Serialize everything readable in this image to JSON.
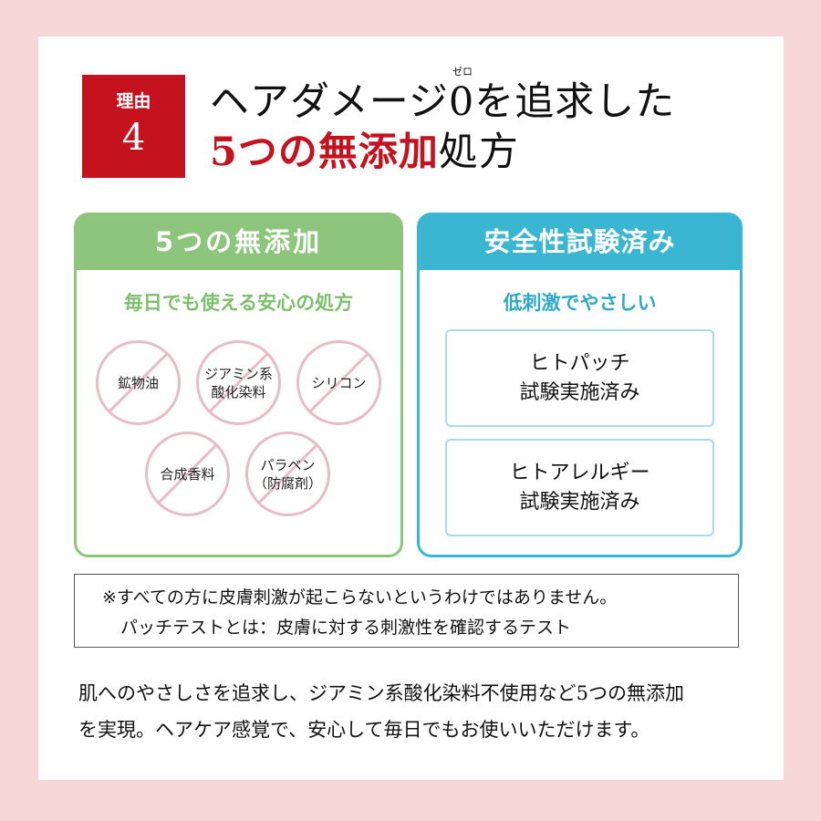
{
  "badge": {
    "label": "理由",
    "number": "4"
  },
  "headline": {
    "line1_before": "ヘアダメージ",
    "zero": "0",
    "zero_ruby": "ゼロ",
    "line1_after": "を追求した",
    "line2_red": "5つの無添加",
    "line2_black": "処方"
  },
  "left_box": {
    "title": "5つの無添加",
    "subtitle": "毎日でも使える安心の処方",
    "items": [
      {
        "line1": "鉱物油",
        "line2": ""
      },
      {
        "line1": "ジアミン系",
        "line2": "酸化染料"
      },
      {
        "line1": "シリコン",
        "line2": ""
      },
      {
        "line1": "合成香料",
        "line2": ""
      },
      {
        "line1": "パラベン",
        "line2": "（防腐剤）"
      }
    ]
  },
  "right_box": {
    "title": "安全性試験済み",
    "subtitle": "低刺激でやさしい",
    "cards": [
      {
        "line1": "ヒトパッチ",
        "line2": "試験実施済み"
      },
      {
        "line1": "ヒトアレルギー",
        "line2": "試験実施済み"
      }
    ]
  },
  "note": {
    "line1": "※すべての方に皮膚刺激が起こらないというわけではありません。",
    "line2": "パッチテストとは：皮膚に対する刺激性を確認するテスト"
  },
  "body": {
    "line1": "肌へのやさしさを追求し、ジアミン系酸化染料不使用など5つの無添加",
    "line2": "を実現。ヘアケア感覚で、安心して毎日でもお使いいただけます。"
  },
  "colors": {
    "background": "#f6d6d6",
    "accent_red": "#c4121e",
    "green": "#8dc57c",
    "blue": "#3bb6d2",
    "prohibit_pink": "#e7bcc7"
  }
}
